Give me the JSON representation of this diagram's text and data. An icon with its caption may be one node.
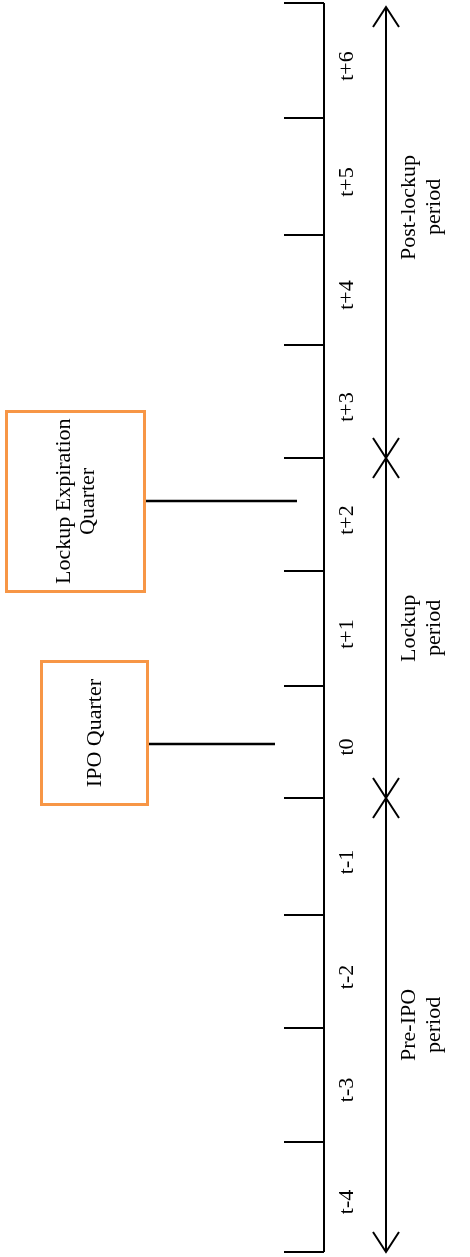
{
  "diagram": {
    "nodes": [
      {
        "text": [
          "Lockup Expiration Quarter"
        ]
      },
      {
        "text": [
          "IPO Quarter"
        ]
      }
    ],
    "edges": [
      {
        "from": 0,
        "to": null,
        "arrow": "none"
      },
      {
        "from": 1,
        "to": null,
        "arrow": "none"
      }
    ],
    "labels": [
      "t+6",
      "t+5",
      "t+4",
      "t+3",
      "t+2",
      "t+1",
      "t0",
      "t-1",
      "t-2",
      "t-3",
      "t-4",
      "Post-lockup period",
      "Lockup period",
      "Pre-IPO period"
    ]
  }
}
